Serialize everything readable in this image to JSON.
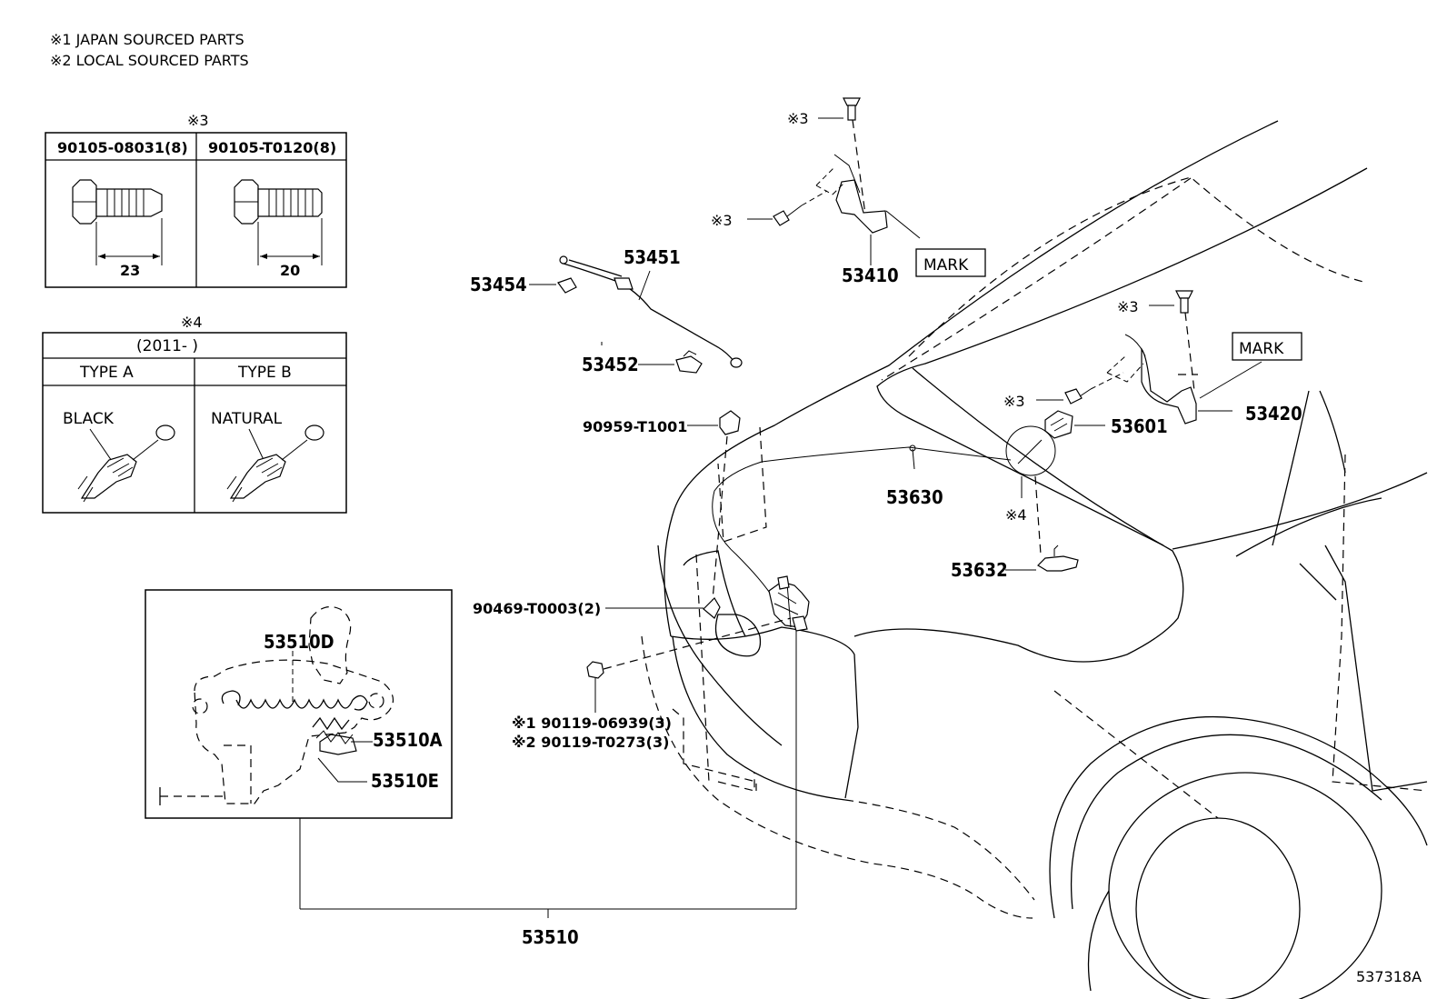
{
  "notes": {
    "note1": "※1 JAPAN SOURCED PARTS",
    "note2": "※2 LOCAL SOURCED PARTS"
  },
  "table3": {
    "mark": "※3",
    "col1_header": "90105-08031(8)",
    "col2_header": "90105-T0120(8)",
    "col1_dim": "23",
    "col2_dim": "20"
  },
  "table4": {
    "mark": "※4",
    "range": "(2011-          )",
    "type_a": "TYPE  A",
    "type_b": "TYPE  B",
    "type_a_color": "BLACK",
    "type_b_color": "NATURAL"
  },
  "parts": {
    "p53451": "53451",
    "p53454": "53454",
    "p53452": "53452",
    "p90959": "90959-T1001",
    "p53410": "53410",
    "p53420": "53420",
    "p53601": "53601",
    "p53630": "53630",
    "p53632": "53632",
    "p90469": "90469-T0003(2)",
    "p90119a": "※1  90119-06939(3)",
    "p90119b": "※2  90119-T0273(3)",
    "p53510": "53510",
    "p53510D": "53510D",
    "p53510A": "53510A",
    "p53510E": "53510E",
    "ref3a": "※3",
    "ref3b": "※3",
    "ref3c": "※3",
    "ref3d": "※3",
    "ref4": "※4",
    "mark1": "MARK",
    "mark2": "MARK"
  },
  "figure_id": "537318A"
}
